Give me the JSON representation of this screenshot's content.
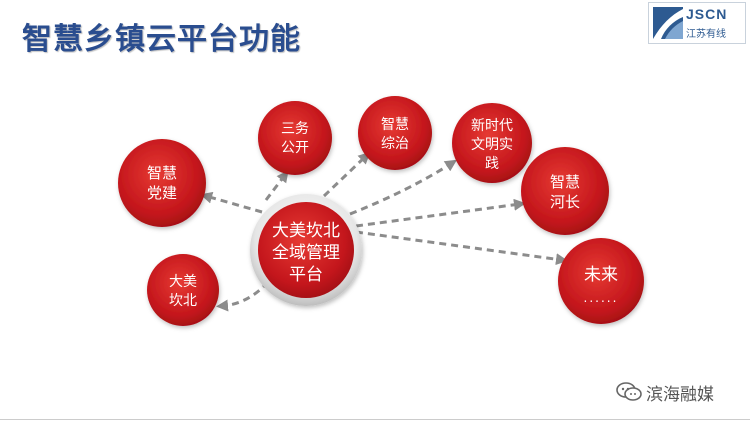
{
  "title": "智慧乡镇云平台功能",
  "logo": {
    "name": "JSCN",
    "subtitle": "江苏有线"
  },
  "center": {
    "lines": [
      "大美坎北",
      "全域管理",
      "平台"
    ]
  },
  "nodes": [
    {
      "id": "smart-party",
      "lines": [
        "智慧",
        "党建"
      ]
    },
    {
      "id": "three-affairs",
      "lines": [
        "三务",
        "公开"
      ]
    },
    {
      "id": "smart-governance",
      "lines": [
        "智慧",
        "综治"
      ]
    },
    {
      "id": "civilization-practice",
      "lines": [
        "新时代",
        "文明实",
        "践"
      ]
    },
    {
      "id": "smart-river-chief",
      "lines": [
        "智慧",
        "河长"
      ]
    },
    {
      "id": "future",
      "lines": [
        "未来",
        "......"
      ]
    },
    {
      "id": "beautiful-kanbei",
      "lines": [
        "大美",
        "坎北"
      ]
    }
  ],
  "watermark": "滨海融媒",
  "colors": {
    "node_red": "#c4161c",
    "title_blue": "#2a4d8f",
    "arrow_gray": "#8c8c8c"
  }
}
